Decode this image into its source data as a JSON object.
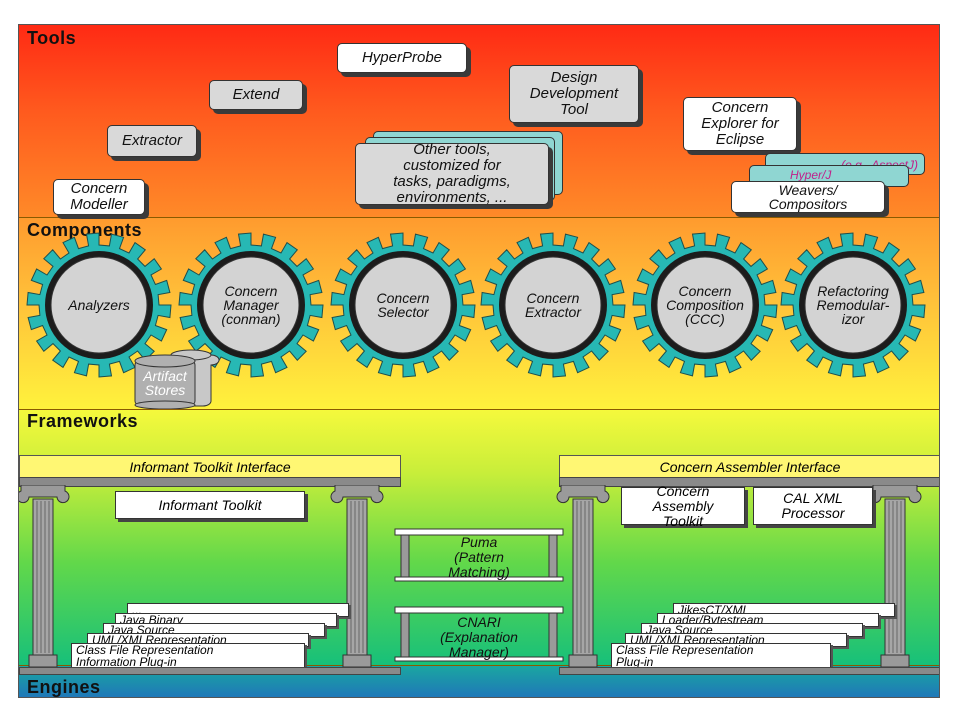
{
  "bands": {
    "tools": "Tools",
    "components": "Components",
    "frameworks": "Frameworks",
    "engines": "Engines"
  },
  "tools": {
    "hyperprobe": "HyperProbe",
    "extend": "Extend",
    "ddt": [
      "Design",
      "Development",
      "Tool"
    ],
    "extractor": "Extractor",
    "other": [
      "Other tools,",
      "customized for",
      "tasks, paradigms,",
      "environments, ..."
    ],
    "concern_explorer": [
      "Concern",
      "Explorer for",
      "Eclipse"
    ],
    "concern_modeller": [
      "Concern",
      "Modeller"
    ],
    "weavers": {
      "back": "(e.g., AspectJ)",
      "middle": "Hyper/J",
      "front": [
        "Weavers/",
        "Compositors"
      ]
    }
  },
  "components": {
    "gears": [
      [
        "Analyzers"
      ],
      [
        "Concern",
        "Manager",
        "(conman)"
      ],
      [
        "Concern",
        "Selector"
      ],
      [
        "Concern",
        "Extractor"
      ],
      [
        "Concern",
        "Composition",
        "(CCC)"
      ],
      [
        "Refactoring",
        "Remodular-",
        "izor"
      ]
    ],
    "artifact_stores": [
      "Artifact",
      "Stores"
    ]
  },
  "frameworks": {
    "informant_interface": "Informant Toolkit Interface",
    "assembler_interface": "Concern Assembler Interface",
    "informant_toolkit": "Informant Toolkit",
    "concern_assembly_toolkit": [
      "Concern",
      "Assembly",
      "Toolkit"
    ],
    "cal_xml": [
      "CAL XML",
      "Processor"
    ],
    "puma": [
      "Puma",
      "(Pattern",
      "Matching)"
    ],
    "cnari": [
      "CNARI",
      "(Explanation",
      "Manager)"
    ],
    "left_plugins": [
      "...",
      "Java Binary",
      "Java Source",
      "UML/XMI Representation"
    ],
    "left_front": [
      "Class File Representation",
      "Information Plug-in"
    ],
    "right_plugins": [
      "JikesCT/XML",
      "Loader/Bytestream",
      "Java Source",
      "UML/XMI Representation"
    ],
    "right_front": [
      "Class File Representation",
      "Plug-in"
    ]
  },
  "colors": {
    "tools_top": "#ff2a14",
    "components_mid": "#ffc23a",
    "frameworks_bottom": "#17c07a",
    "engines": "#1f78b8",
    "interface_bar": "#fff773",
    "gear": "#27b8b4"
  }
}
